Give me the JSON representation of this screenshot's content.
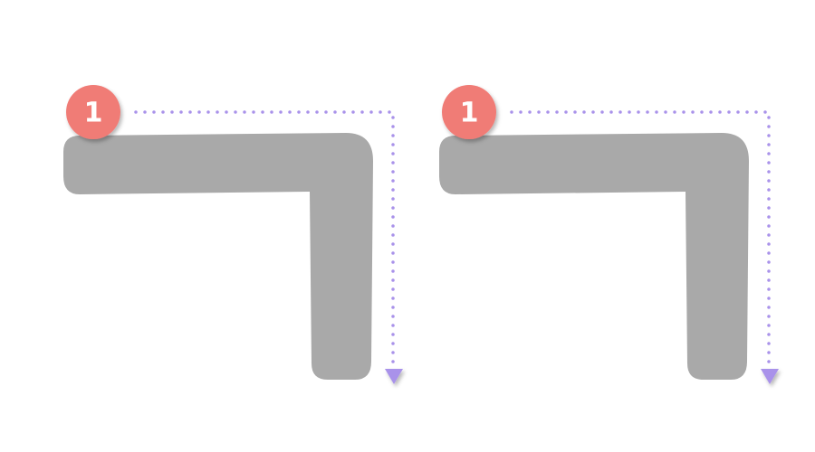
{
  "character": "ㄱ",
  "colors": {
    "glyph": "#a9a9a9",
    "badge": "#f07b76",
    "badge_text": "#ffffff",
    "guide": "#a992ea",
    "background": "#ffffff"
  },
  "panels": [
    {
      "id": "left",
      "strokes": [
        {
          "number": "1",
          "direction": "right-then-down"
        }
      ]
    },
    {
      "id": "right",
      "strokes": [
        {
          "number": "1",
          "direction": "right-then-down"
        }
      ]
    }
  ]
}
